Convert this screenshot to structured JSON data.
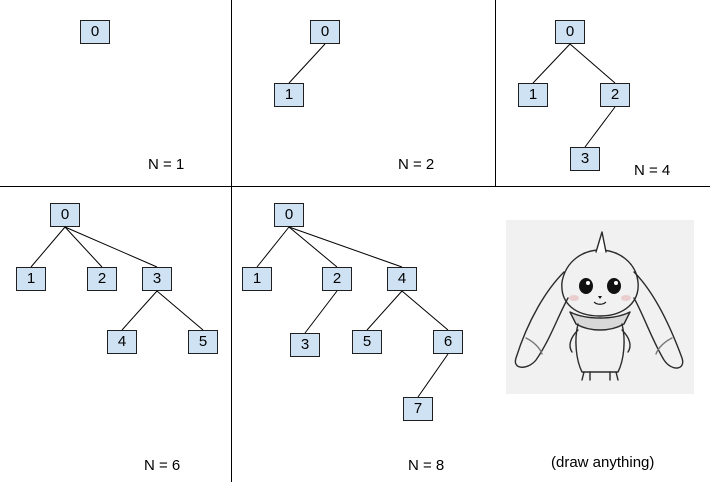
{
  "panels": [
    {
      "id": "n1",
      "label": "N = 1",
      "nodes": [
        {
          "value": "0"
        }
      ],
      "edges": []
    },
    {
      "id": "n2",
      "label": "N = 2",
      "nodes": [
        {
          "value": "0"
        },
        {
          "value": "1"
        }
      ],
      "edges": [
        [
          "0",
          "1"
        ]
      ]
    },
    {
      "id": "n4",
      "label": "N = 4",
      "nodes": [
        {
          "value": "0"
        },
        {
          "value": "1"
        },
        {
          "value": "2"
        },
        {
          "value": "3"
        }
      ],
      "edges": [
        [
          "0",
          "1"
        ],
        [
          "0",
          "2"
        ],
        [
          "2",
          "3"
        ]
      ]
    },
    {
      "id": "n6",
      "label": "N = 6",
      "nodes": [
        {
          "value": "0"
        },
        {
          "value": "1"
        },
        {
          "value": "2"
        },
        {
          "value": "3"
        },
        {
          "value": "4"
        },
        {
          "value": "5"
        }
      ],
      "edges": [
        [
          "0",
          "1"
        ],
        [
          "0",
          "2"
        ],
        [
          "0",
          "3"
        ],
        [
          "3",
          "4"
        ],
        [
          "3",
          "5"
        ]
      ]
    },
    {
      "id": "n8",
      "label": "N = 8",
      "nodes": [
        {
          "value": "0"
        },
        {
          "value": "1"
        },
        {
          "value": "2"
        },
        {
          "value": "3"
        },
        {
          "value": "4"
        },
        {
          "value": "5"
        },
        {
          "value": "6"
        },
        {
          "value": "7"
        }
      ],
      "edges": [
        [
          "0",
          "1"
        ],
        [
          "0",
          "2"
        ],
        [
          "0",
          "4"
        ],
        [
          "2",
          "3"
        ],
        [
          "4",
          "5"
        ],
        [
          "4",
          "6"
        ],
        [
          "6",
          "7"
        ]
      ]
    },
    {
      "id": "draw",
      "label": "(draw anything)",
      "nodes": [],
      "edges": []
    }
  ],
  "colors": {
    "node_fill": "#cfe2f3",
    "node_border": "#1f1f1f",
    "line": "#000000"
  }
}
